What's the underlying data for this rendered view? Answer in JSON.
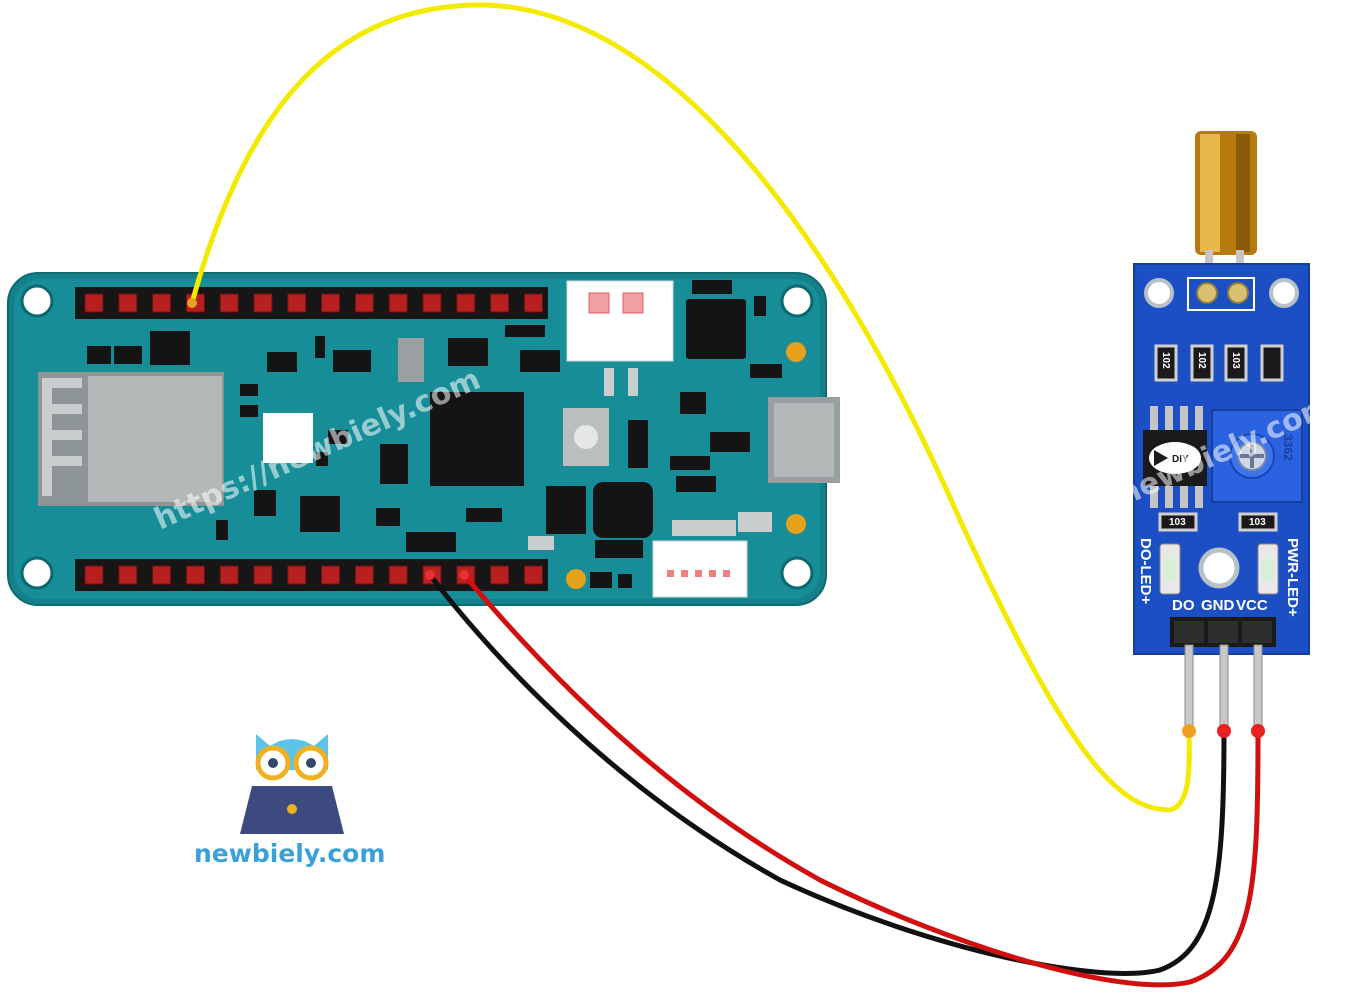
{
  "diagram": {
    "microcontroller": {
      "watermark": "https://newbiely.com"
    },
    "sensor": {
      "chip_label": "DIY",
      "pot_label": "3362",
      "resistor_labels": [
        "102",
        "102",
        "103",
        "103",
        "103"
      ],
      "watermark": "newbiely.com",
      "left_led_label": "DO-LED+",
      "right_led_label": "PWR-LED+",
      "pin_labels": [
        "DO",
        "GND",
        "VCC"
      ]
    },
    "wires": [
      {
        "name": "signal",
        "color": "#f4ea00"
      },
      {
        "name": "ground",
        "color": "#111111"
      },
      {
        "name": "power",
        "color": "#d10f0f"
      }
    ],
    "brand": {
      "text": "newbiely.com",
      "color": "#3aa0d8",
      "owl_icon": "owl-laptop-icon"
    }
  }
}
